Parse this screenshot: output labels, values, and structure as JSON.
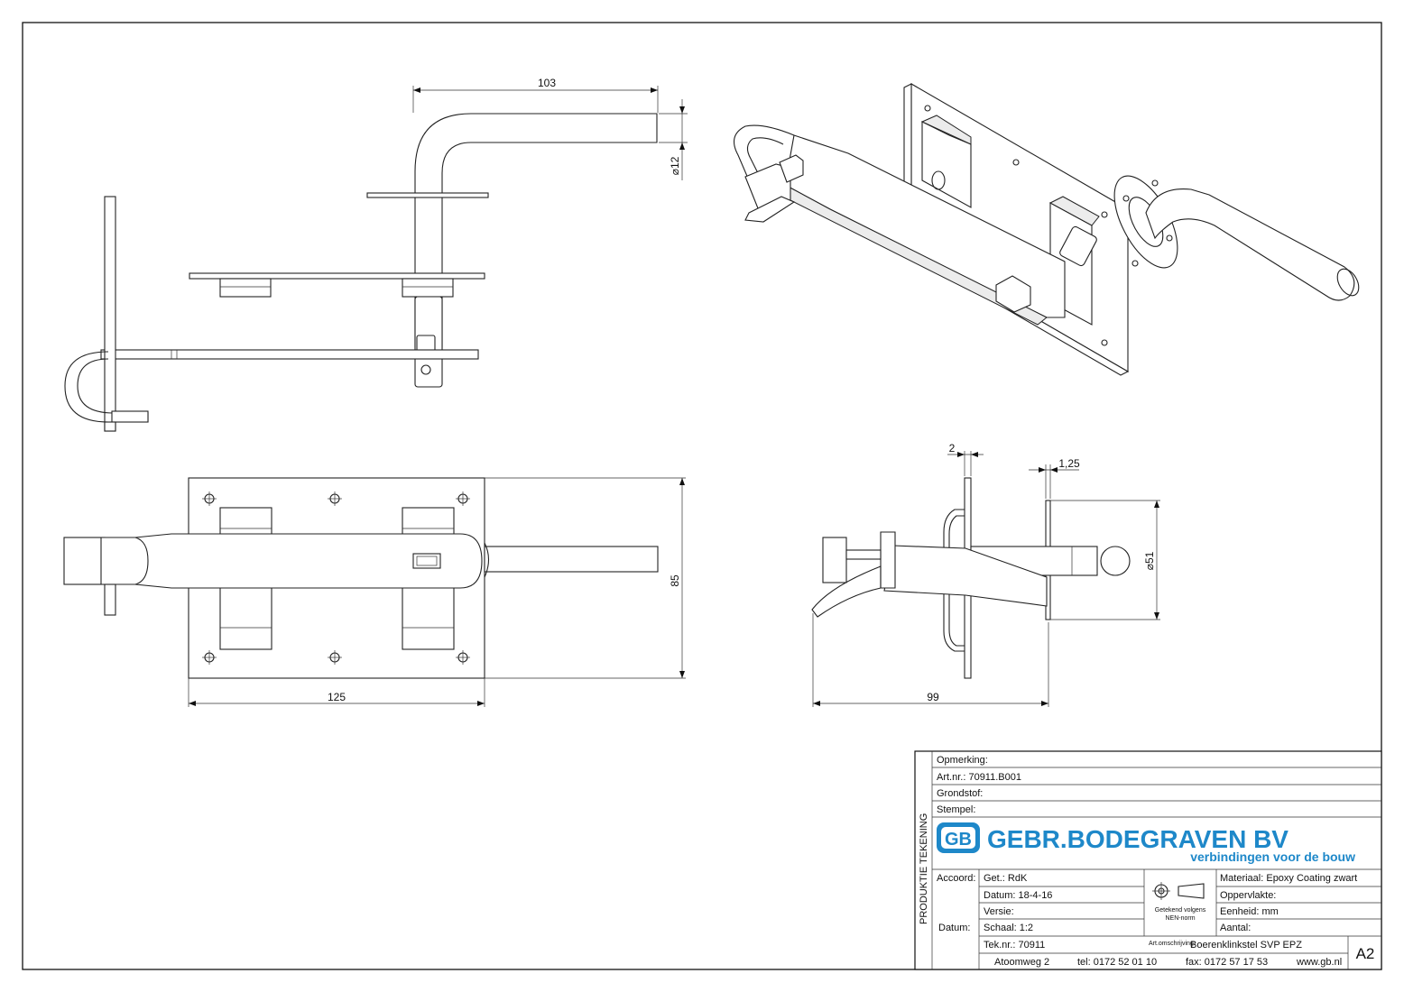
{
  "dimensions": {
    "handle_length": "103",
    "handle_diameter": "⌀12",
    "plate_width": "125",
    "plate_height": "85",
    "side_thickness": "2",
    "rosette_thickness": "1,25",
    "rosette_diameter": "⌀51",
    "side_depth": "99"
  },
  "title_block": {
    "side_label": "PRODUKTIE TEKENING",
    "opmerking": "Opmerking:",
    "artnr": "Art.nr.:  70911.B001",
    "grondstof": "Grondstof:",
    "stempel": "Stempel:",
    "company": "GEBR.BODEGRAVEN BV",
    "slogan": "verbindingen voor de bouw",
    "logo_letters": "GB",
    "accoord": "Accoord:",
    "datum_label": "Datum:",
    "get": "Get.: RdK",
    "datum": "Datum: 18-4-16",
    "versie": "Versie:",
    "schaal": "Schaal: 1:2",
    "teknr": "Tek.nr.: 70911",
    "norm_line1": "Getekend volgens",
    "norm_line2": "NEN-norm",
    "materiaal": "Materiaal: Epoxy Coating zwart",
    "oppervlakte": "Oppervlakte:",
    "eenheid": "Eenheid: mm",
    "aantal": "Aantal:",
    "art_omschrijving_label": "Art.omschrijving:",
    "art_omschrijving": "Boerenklinkstel SVP   EPZ",
    "format": "A2",
    "address": "Atoomweg 2",
    "tel": "tel: 0172 52 01 10",
    "fax": "fax: 0172 57 17 53",
    "web": "www.gb.nl"
  },
  "colors": {
    "logo_blue": "#1e88c9",
    "line": "#222222"
  }
}
